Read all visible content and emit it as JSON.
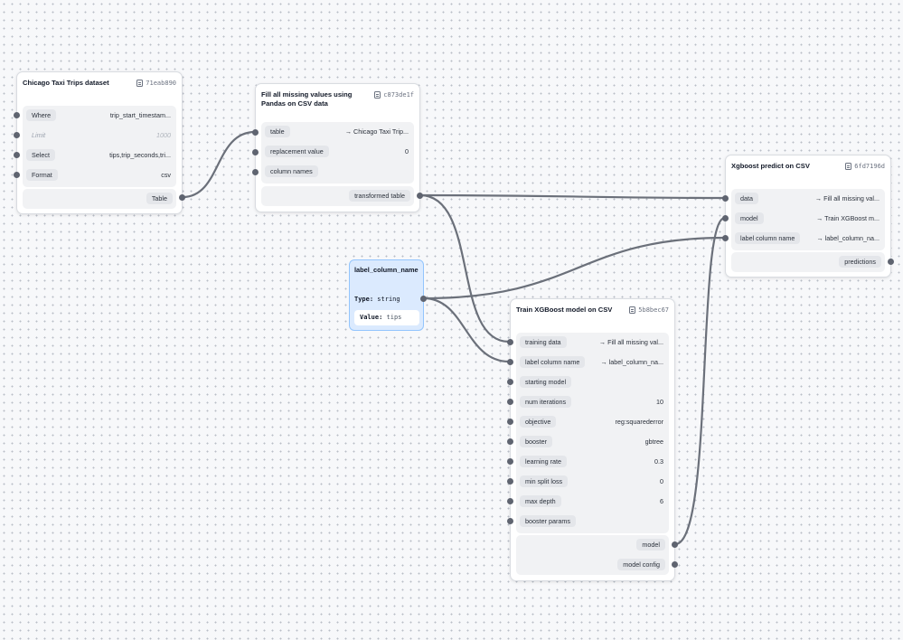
{
  "colors": {
    "edge": "#6b707a",
    "handle": "#5f6470",
    "param_bg": "#dbeafe",
    "param_border": "#93c5fd"
  },
  "icons": {
    "node_id": "document-icon"
  },
  "nodes": {
    "dataset": {
      "title": "Chicago Taxi Trips dataset",
      "id": "71eab890",
      "inputs": [
        {
          "label": "Where",
          "value": "trip_start_timestam..."
        },
        {
          "label": "Limit",
          "value": "1000"
        },
        {
          "label": "Select",
          "value": "tips,trip_seconds,tri..."
        },
        {
          "label": "Format",
          "value": "csv"
        }
      ],
      "output": "Table"
    },
    "fill": {
      "title_line1": "Fill all missing values using",
      "title_line2": "Pandas on CSV data",
      "id": "c873de1f",
      "inputs": [
        {
          "label": "table",
          "value": "→ Chicago Taxi Trip..."
        },
        {
          "label": "replacement value",
          "value": "0"
        },
        {
          "label": "column names",
          "value": ""
        }
      ],
      "output": "transformed table"
    },
    "predict": {
      "title": "Xgboost predict on CSV",
      "id": "6fd7196d",
      "inputs": [
        {
          "label": "data",
          "value": "→ Fill all missing val..."
        },
        {
          "label": "model",
          "value": "→ Train XGBoost m..."
        },
        {
          "label": "label column name",
          "value": "→ label_column_na..."
        }
      ],
      "output": "predictions"
    },
    "train": {
      "title": "Train XGBoost model on CSV",
      "id": "5b8bec67",
      "inputs": [
        {
          "label": "training data",
          "value": "→ Fill all missing val..."
        },
        {
          "label": "label column name",
          "value": "→ label_column_na..."
        },
        {
          "label": "starting model",
          "value": ""
        },
        {
          "label": "num iterations",
          "value": "10"
        },
        {
          "label": "objective",
          "value": "reg:squarederror"
        },
        {
          "label": "booster",
          "value": "gbtree"
        },
        {
          "label": "learning rate",
          "value": "0.3"
        },
        {
          "label": "min split loss",
          "value": "0"
        },
        {
          "label": "max depth",
          "value": "6"
        },
        {
          "label": "booster params",
          "value": ""
        }
      ],
      "outputs": [
        "model",
        "model config"
      ]
    },
    "param": {
      "title": "label_column_name",
      "type_label": "Type:",
      "type_value": "string",
      "value_label": "Value:",
      "value": "tips"
    }
  }
}
